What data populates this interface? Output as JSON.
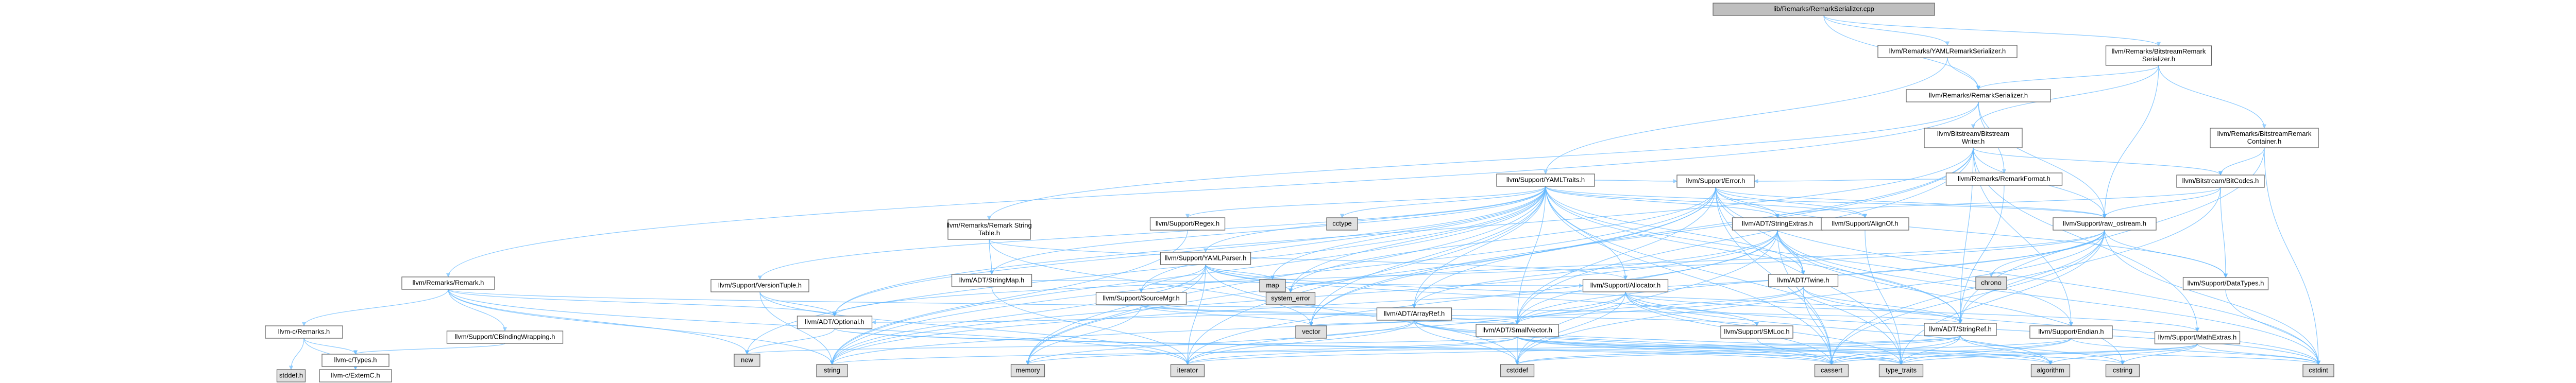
{
  "colors": {
    "root_fill": "#bfbfbf",
    "node_fill": "#ffffff",
    "system_fill": "#e0e0e0",
    "edge": "#63b8ff",
    "text": "#000000",
    "truncated_text": "#b00000"
  },
  "nodes": [
    {
      "id": "root",
      "lines": [
        "lib/Remarks/RemarkSerializer.cpp"
      ],
      "kind": "root"
    },
    {
      "id": "yamlser",
      "lines": [
        "llvm/Remarks/YAMLRemarkSerializer.h"
      ],
      "kind": "normal"
    },
    {
      "id": "bsser",
      "lines": [
        "llvm/Remarks/BitstreamRemark",
        "Serializer.h"
      ],
      "kind": "normal"
    },
    {
      "id": "remser",
      "lines": [
        "llvm/Remarks/RemarkSerializer.h"
      ],
      "kind": "normal"
    },
    {
      "id": "bswriter",
      "lines": [
        "llvm/Bitstream/Bitstream",
        "Writer.h"
      ],
      "kind": "normal"
    },
    {
      "id": "bscont",
      "lines": [
        "llvm/Remarks/BitstreamRemark",
        "Container.h"
      ],
      "kind": "normal"
    },
    {
      "id": "remfmt",
      "lines": [
        "llvm/Remarks/RemarkFormat.h"
      ],
      "kind": "normal"
    },
    {
      "id": "yamltraits",
      "lines": [
        "llvm/Support/YAMLTraits.h"
      ],
      "kind": "normal"
    },
    {
      "id": "error",
      "lines": [
        "llvm/Support/Error.h"
      ],
      "kind": "truncated"
    },
    {
      "id": "bitcodes",
      "lines": [
        "llvm/Bitstream/BitCodes.h"
      ],
      "kind": "truncated"
    },
    {
      "id": "regex",
      "lines": [
        "llvm/Support/Regex.h"
      ],
      "kind": "truncated"
    },
    {
      "id": "strtab",
      "lines": [
        "llvm/Remarks/Remark String",
        "Table.h"
      ],
      "kind": "normal"
    },
    {
      "id": "yamlparser",
      "lines": [
        "llvm/Support/YAMLParser.h"
      ],
      "kind": "normal"
    },
    {
      "id": "cctype",
      "lines": [
        "cctype"
      ],
      "kind": "system"
    },
    {
      "id": "strextras",
      "lines": [
        "llvm/ADT/StringExtras.h"
      ],
      "kind": "truncated"
    },
    {
      "id": "alignof",
      "lines": [
        "llvm/Support/AlignOf.h"
      ],
      "kind": "normal"
    },
    {
      "id": "rawos",
      "lines": [
        "llvm/Support/raw_ostream.h"
      ],
      "kind": "normal"
    },
    {
      "id": "remark",
      "lines": [
        "llvm/Remarks/Remark.h"
      ],
      "kind": "normal"
    },
    {
      "id": "vtuple",
      "lines": [
        "llvm/Support/VersionTuple.h"
      ],
      "kind": "truncated"
    },
    {
      "id": "strmap",
      "lines": [
        "llvm/ADT/StringMap.h"
      ],
      "kind": "truncated"
    },
    {
      "id": "map",
      "lines": [
        "map"
      ],
      "kind": "system"
    },
    {
      "id": "srcmgr",
      "lines": [
        "llvm/Support/SourceMgr.h"
      ],
      "kind": "truncated"
    },
    {
      "id": "syserr",
      "lines": [
        "system_error"
      ],
      "kind": "system"
    },
    {
      "id": "alloc",
      "lines": [
        "llvm/Support/Allocator.h"
      ],
      "kind": "truncated"
    },
    {
      "id": "twine",
      "lines": [
        "llvm/ADT/Twine.h"
      ],
      "kind": "truncated"
    },
    {
      "id": "arrref",
      "lines": [
        "llvm/ADT/ArrayRef.h"
      ],
      "kind": "truncated"
    },
    {
      "id": "chrono",
      "lines": [
        "chrono"
      ],
      "kind": "system"
    },
    {
      "id": "datatypes",
      "lines": [
        "llvm/Support/DataTypes.h"
      ],
      "kind": "truncated"
    },
    {
      "id": "cremarks",
      "lines": [
        "llvm-c/Remarks.h"
      ],
      "kind": "normal"
    },
    {
      "id": "cbwrap",
      "lines": [
        "llvm/Support/CBindingWrapping.h"
      ],
      "kind": "truncated"
    },
    {
      "id": "optional",
      "lines": [
        "llvm/ADT/Optional.h"
      ],
      "kind": "truncated"
    },
    {
      "id": "vector",
      "lines": [
        "vector"
      ],
      "kind": "system"
    },
    {
      "id": "smallvec",
      "lines": [
        "llvm/ADT/SmallVector.h"
      ],
      "kind": "truncated"
    },
    {
      "id": "smloc",
      "lines": [
        "llvm/Support/SMLoc.h"
      ],
      "kind": "truncated"
    },
    {
      "id": "strref",
      "lines": [
        "llvm/ADT/StringRef.h"
      ],
      "kind": "truncated"
    },
    {
      "id": "endian",
      "lines": [
        "llvm/Support/Endian.h"
      ],
      "kind": "truncated"
    },
    {
      "id": "mathextras",
      "lines": [
        "llvm/Support/MathExtras.h"
      ],
      "kind": "truncated"
    },
    {
      "id": "stddefh",
      "lines": [
        "stddef.h"
      ],
      "kind": "system"
    },
    {
      "id": "ctypes",
      "lines": [
        "llvm-c/Types.h"
      ],
      "kind": "truncated"
    },
    {
      "id": "new",
      "lines": [
        "new"
      ],
      "kind": "system"
    },
    {
      "id": "string",
      "lines": [
        "string"
      ],
      "kind": "system"
    },
    {
      "id": "memory",
      "lines": [
        "memory"
      ],
      "kind": "system"
    },
    {
      "id": "iterator",
      "lines": [
        "iterator"
      ],
      "kind": "system"
    },
    {
      "id": "cstddef",
      "lines": [
        "cstddef"
      ],
      "kind": "system"
    },
    {
      "id": "cassert",
      "lines": [
        "cassert"
      ],
      "kind": "system"
    },
    {
      "id": "typetraits",
      "lines": [
        "type_traits"
      ],
      "kind": "system"
    },
    {
      "id": "algorithm",
      "lines": [
        "algorithm"
      ],
      "kind": "system"
    },
    {
      "id": "cstring",
      "lines": [
        "cstring"
      ],
      "kind": "system"
    },
    {
      "id": "cstdint",
      "lines": [
        "cstdint"
      ],
      "kind": "system"
    },
    {
      "id": "externc",
      "lines": [
        "llvm-c/ExternC.h"
      ],
      "kind": "normal"
    }
  ],
  "edges": [
    [
      "root",
      "yamlser"
    ],
    [
      "root",
      "bsser"
    ],
    [
      "root",
      "remser"
    ],
    [
      "yamlser",
      "remser"
    ],
    [
      "yamlser",
      "yamltraits"
    ],
    [
      "bsser",
      "remser"
    ],
    [
      "bsser",
      "bswriter"
    ],
    [
      "bsser",
      "bscont"
    ],
    [
      "bsser",
      "rawos"
    ],
    [
      "remser",
      "remfmt"
    ],
    [
      "remser",
      "strtab"
    ],
    [
      "remser",
      "rawos"
    ],
    [
      "remser",
      "remark"
    ],
    [
      "bscont",
      "bitcodes"
    ],
    [
      "bscont",
      "strref"
    ],
    [
      "bscont",
      "cstdint"
    ],
    [
      "remfmt",
      "error"
    ],
    [
      "remfmt",
      "strref"
    ],
    [
      "bswriter",
      "bitcodes"
    ],
    [
      "bswriter",
      "rawos"
    ],
    [
      "bswriter",
      "arrref"
    ],
    [
      "bswriter",
      "optional"
    ],
    [
      "bswriter",
      "smallvec"
    ],
    [
      "bswriter",
      "strref"
    ],
    [
      "bswriter",
      "endian"
    ],
    [
      "bswriter",
      "mathextras"
    ],
    [
      "bswriter",
      "vector"
    ],
    [
      "yamltraits",
      "regex"
    ],
    [
      "yamltraits",
      "strmap"
    ],
    [
      "yamltraits",
      "yamlparser"
    ],
    [
      "yamltraits",
      "cctype"
    ],
    [
      "yamltraits",
      "strextras"
    ],
    [
      "yamltraits",
      "alignof"
    ],
    [
      "yamltraits",
      "rawos"
    ],
    [
      "yamltraits",
      "vtuple"
    ],
    [
      "yamltraits",
      "map"
    ],
    [
      "yamltraits",
      "srcmgr"
    ],
    [
      "yamltraits",
      "syserr"
    ],
    [
      "yamltraits",
      "alloc"
    ],
    [
      "yamltraits",
      "twine"
    ],
    [
      "yamltraits",
      "arrref"
    ],
    [
      "yamltraits",
      "optional"
    ],
    [
      "yamltraits",
      "vector"
    ],
    [
      "yamltraits",
      "smallvec"
    ],
    [
      "yamltraits",
      "strref"
    ],
    [
      "yamltraits",
      "endian"
    ],
    [
      "yamltraits",
      "new"
    ],
    [
      "yamltraits",
      "string"
    ],
    [
      "yamltraits",
      "memory"
    ],
    [
      "yamltraits",
      "iterator"
    ],
    [
      "yamltraits",
      "cassert"
    ],
    [
      "yamltraits",
      "typetraits"
    ],
    [
      "yamltraits",
      "error"
    ],
    [
      "error",
      "strextras"
    ],
    [
      "error",
      "alignof"
    ],
    [
      "error",
      "rawos"
    ],
    [
      "error",
      "twine"
    ],
    [
      "error",
      "smallvec"
    ],
    [
      "error",
      "syserr"
    ],
    [
      "error",
      "datatypes"
    ],
    [
      "error",
      "string"
    ],
    [
      "error",
      "memory"
    ],
    [
      "error",
      "cassert"
    ],
    [
      "error",
      "cstdint"
    ],
    [
      "error",
      "typetraits"
    ],
    [
      "error",
      "vector"
    ],
    [
      "bitcodes",
      "rawos"
    ],
    [
      "bitcodes",
      "datatypes"
    ],
    [
      "bitcodes",
      "strextras"
    ],
    [
      "bitcodes",
      "cassert"
    ],
    [
      "regex",
      "string"
    ],
    [
      "strtab",
      "strmap"
    ],
    [
      "strtab",
      "vector"
    ],
    [
      "strtab",
      "alloc"
    ],
    [
      "yamlparser",
      "srcmgr"
    ],
    [
      "yamlparser",
      "smloc"
    ],
    [
      "yamlparser",
      "map"
    ],
    [
      "yamlparser",
      "syserr"
    ],
    [
      "yamlparser",
      "strref"
    ],
    [
      "yamlparser",
      "iterator"
    ],
    [
      "yamlparser",
      "memory"
    ],
    [
      "yamlparser",
      "string"
    ],
    [
      "yamlparser",
      "cstddef"
    ],
    [
      "strextras",
      "twine"
    ],
    [
      "strextras",
      "arrref"
    ],
    [
      "strextras",
      "smallvec"
    ],
    [
      "strextras",
      "strref"
    ],
    [
      "strextras",
      "string"
    ],
    [
      "strextras",
      "cstring"
    ],
    [
      "strextras",
      "iterator"
    ],
    [
      "strextras",
      "cstddef"
    ],
    [
      "strextras",
      "cstdint"
    ],
    [
      "strextras",
      "cassert"
    ],
    [
      "alignof",
      "typetraits"
    ],
    [
      "rawos",
      "chrono"
    ],
    [
      "rawos",
      "datatypes"
    ],
    [
      "rawos",
      "syserr"
    ],
    [
      "rawos",
      "strref"
    ],
    [
      "rawos",
      "cassert"
    ],
    [
      "rawos",
      "cstddef"
    ],
    [
      "rawos",
      "cstdint"
    ],
    [
      "rawos",
      "string"
    ],
    [
      "rawos",
      "typetraits"
    ],
    [
      "rawos",
      "optional"
    ],
    [
      "rawos",
      "smallvec"
    ],
    [
      "remark",
      "cremarks"
    ],
    [
      "remark",
      "cbwrap"
    ],
    [
      "remark",
      "optional"
    ],
    [
      "remark",
      "strref"
    ],
    [
      "remark",
      "string"
    ],
    [
      "remark",
      "new"
    ],
    [
      "remark",
      "iterator"
    ],
    [
      "vtuple",
      "optional"
    ],
    [
      "vtuple",
      "string"
    ],
    [
      "vtuple",
      "iterator"
    ],
    [
      "strmap",
      "iterator"
    ],
    [
      "strmap",
      "alloc"
    ],
    [
      "srcmgr",
      "smloc"
    ],
    [
      "srcmgr",
      "vector"
    ],
    [
      "srcmgr",
      "smallvec"
    ],
    [
      "srcmgr",
      "memory"
    ],
    [
      "alloc",
      "smallvec"
    ],
    [
      "alloc",
      "mathextras"
    ],
    [
      "alloc",
      "algorithm"
    ],
    [
      "alloc",
      "cassert"
    ],
    [
      "alloc",
      "cstddef"
    ],
    [
      "alloc",
      "cstdint"
    ],
    [
      "alloc",
      "iterator"
    ],
    [
      "alloc",
      "typetraits"
    ],
    [
      "twine",
      "smallvec"
    ],
    [
      "twine",
      "strref"
    ],
    [
      "twine",
      "cassert"
    ],
    [
      "twine",
      "cstdint"
    ],
    [
      "twine",
      "string"
    ],
    [
      "arrref",
      "smallvec"
    ],
    [
      "arrref",
      "algorithm"
    ],
    [
      "arrref",
      "vector"
    ],
    [
      "arrref",
      "cassert"
    ],
    [
      "arrref",
      "cstddef"
    ],
    [
      "arrref",
      "iterator"
    ],
    [
      "arrref",
      "memory"
    ],
    [
      "arrref",
      "typetraits"
    ],
    [
      "arrref",
      "optional"
    ],
    [
      "datatypes",
      "cstdint"
    ],
    [
      "cremarks",
      "stddefh"
    ],
    [
      "cremarks",
      "ctypes"
    ],
    [
      "cremarks",
      "externc"
    ],
    [
      "cbwrap",
      "ctypes"
    ],
    [
      "optional",
      "new"
    ],
    [
      "optional",
      "cassert"
    ],
    [
      "optional",
      "typetraits"
    ],
    [
      "smallvec",
      "new"
    ],
    [
      "smallvec",
      "memory"
    ],
    [
      "smallvec",
      "iterator"
    ],
    [
      "smallvec",
      "cstddef"
    ],
    [
      "smallvec",
      "cassert"
    ],
    [
      "smallvec",
      "algorithm"
    ],
    [
      "smallvec",
      "cstring"
    ],
    [
      "smallvec",
      "cstdint"
    ],
    [
      "smallvec",
      "typetraits"
    ],
    [
      "smloc",
      "cassert"
    ],
    [
      "strref",
      "iterator"
    ],
    [
      "strref",
      "cassert"
    ],
    [
      "strref",
      "cstddef"
    ],
    [
      "strref",
      "cstring"
    ],
    [
      "strref",
      "string"
    ],
    [
      "strref",
      "typetraits"
    ],
    [
      "strref",
      "algorithm"
    ],
    [
      "endian",
      "cassert"
    ],
    [
      "endian",
      "cstddef"
    ],
    [
      "endian",
      "cstdint"
    ],
    [
      "endian",
      "typetraits"
    ],
    [
      "mathextras",
      "cassert"
    ],
    [
      "mathextras",
      "algorithm"
    ],
    [
      "mathextras",
      "cstring"
    ],
    [
      "mathextras",
      "cstdint"
    ],
    [
      "mathextras",
      "typetraits"
    ],
    [
      "ctypes",
      "externc"
    ]
  ]
}
